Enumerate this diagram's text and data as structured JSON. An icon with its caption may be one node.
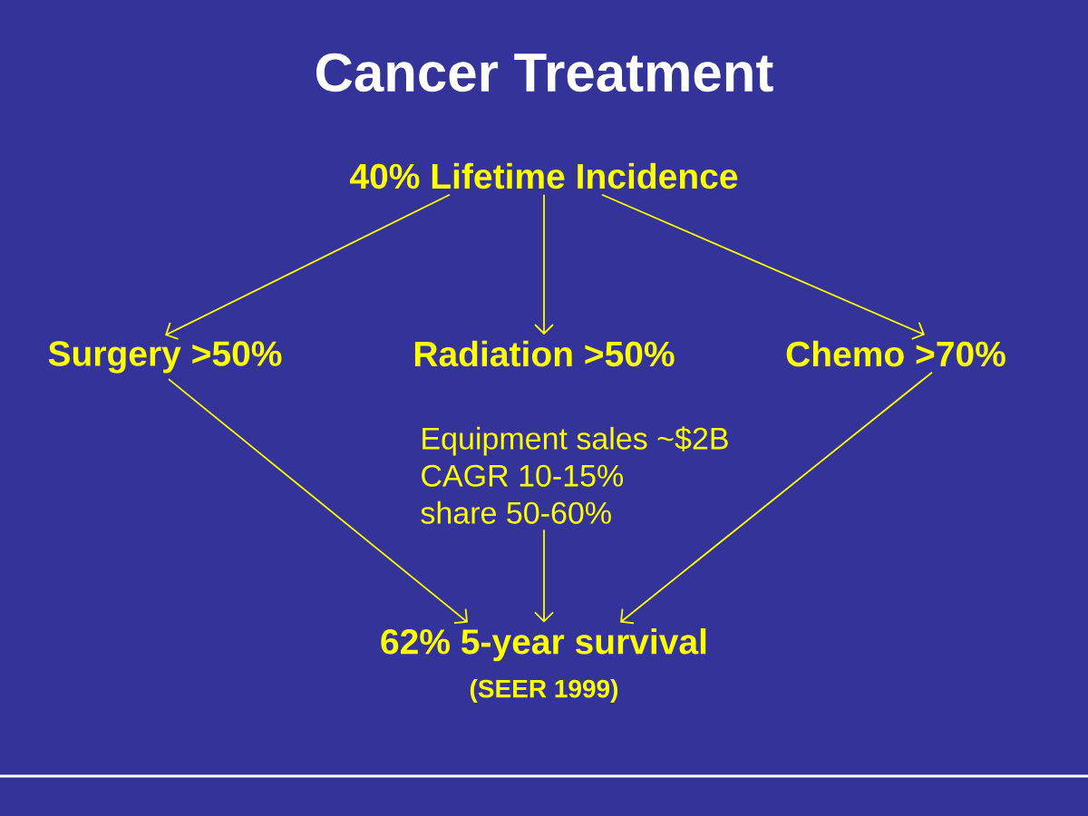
{
  "diagram": {
    "title": "Cancer Treatment",
    "nodes": [
      {
        "text": [
          "40% Lifetime Incidence"
        ]
      },
      {
        "text": [
          "Surgery >50%"
        ]
      },
      {
        "text": [
          "Radiation >50%"
        ]
      },
      {
        "text": [
          "Chemo >70%"
        ]
      },
      {
        "text": [
          "Equipment sales ~$2B",
          "CAGR 10-15%",
          "share 50-60%"
        ]
      },
      {
        "text": [
          "62% 5-year survival",
          "(SEER 1999)"
        ]
      }
    ],
    "edges": [
      {
        "from": 0,
        "to": 1,
        "arrow": "to"
      },
      {
        "from": 0,
        "to": 2,
        "arrow": "to"
      },
      {
        "from": 0,
        "to": 3,
        "arrow": "to"
      },
      {
        "from": 1,
        "to": 5,
        "arrow": "to"
      },
      {
        "from": 4,
        "to": 5,
        "arrow": "to"
      },
      {
        "from": 3,
        "to": 5,
        "arrow": "to"
      }
    ]
  }
}
